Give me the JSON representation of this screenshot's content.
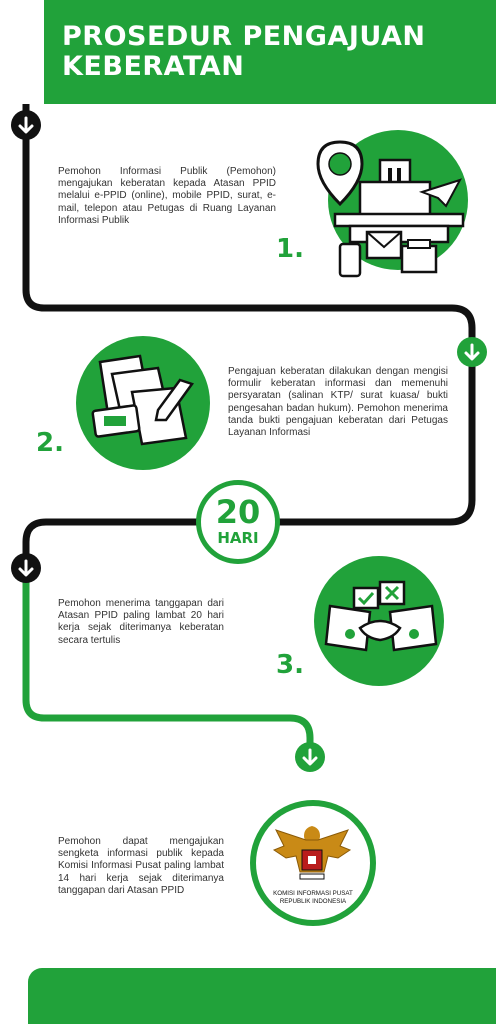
{
  "header": {
    "title": "PROSEDUR PENGAJUAN KEBERATAN"
  },
  "steps": [
    {
      "number": "1.",
      "text": "Pemohon Informasi Publik (Pemohon) mengajukan keberatan kepada Atasan PPID melalui e-PPID (online), mobile PPID, surat, e-mail, telepon atau Petugas di Ruang Layanan Informasi Publik"
    },
    {
      "number": "2.",
      "text": "Pengajuan keberatan dilakukan dengan mengisi formulir keberatan informasi dan memenuhi persyaratan (salinan KTP/ surat kuasa/ bukti pengesahan badan hukum). Pemohon menerima tanda bukti pengajuan keberatan dari Petugas Layanan Informasi"
    },
    {
      "number": "3.",
      "text": "Pemohon menerima tanggapan dari Atasan PPID paling lambat 20 hari kerja sejak diterimanya keberatan secara tertulis"
    },
    {
      "number": "",
      "text": "Pemohon dapat mengajukan sengketa informasi publik kepada Komisi Informasi Pusat paling lambat 14 hari kerja sejak diterimanya tanggapan dari Atasan PPID"
    }
  ],
  "badge": {
    "number": "20",
    "unit": "HARI"
  },
  "emblem": {
    "line1": "KOMISI INFORMASI PUSAT",
    "line2": "REPUBLIK INDONESIA"
  },
  "colors": {
    "green": "#21a23a",
    "black": "#111111"
  }
}
